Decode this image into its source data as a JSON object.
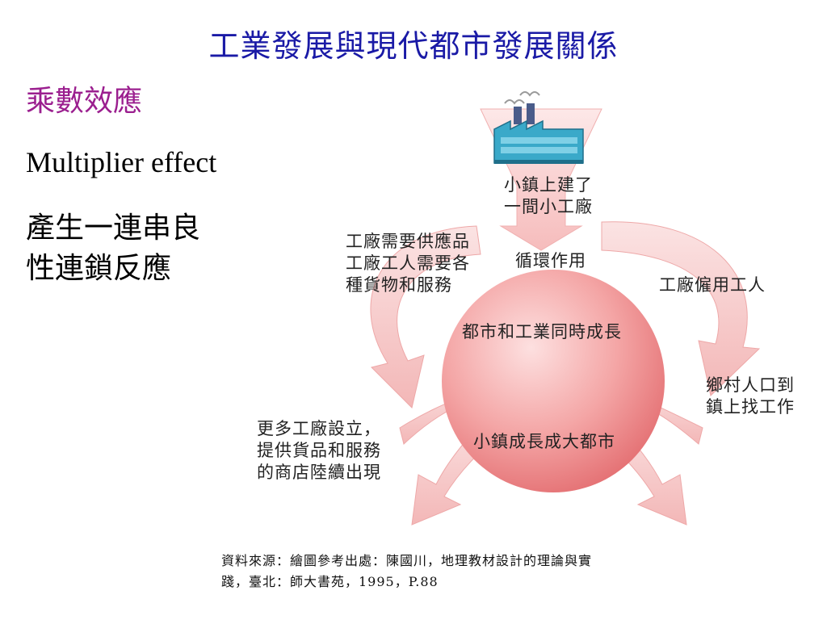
{
  "title": "工業發展與現代都市發展關係",
  "subtitle": "乘數效應",
  "english_term": "Multiplier effect",
  "description": [
    "產生一連串良",
    "性連鎖反應"
  ],
  "diagram": {
    "factory_caption": [
      "小鎮上建了",
      "一間小工廠"
    ],
    "left_top": [
      "工廠需要供應品",
      "工廠工人需要各",
      "種貨物和服務"
    ],
    "cycle": "循環作用",
    "right_top": "工廠僱用工人",
    "center_top": "都市和工業同時成長",
    "right_bottom": [
      "鄉村人口到",
      "鎮上找工作"
    ],
    "left_bottom": [
      "更多工廠設立，",
      "提供貨品和服務",
      "的商店陸續出現"
    ],
    "center_bottom": "小鎮成長成大都市",
    "colors": {
      "circle": "#f08a8a",
      "arrow": "#f6c2c2",
      "factory": "#3aa9c9"
    }
  },
  "source": [
    "資料來源：繪圖參考出處：陳國川，地理教材設計的理論與實",
    "踐，臺北：師大書苑，1995，P.88"
  ]
}
